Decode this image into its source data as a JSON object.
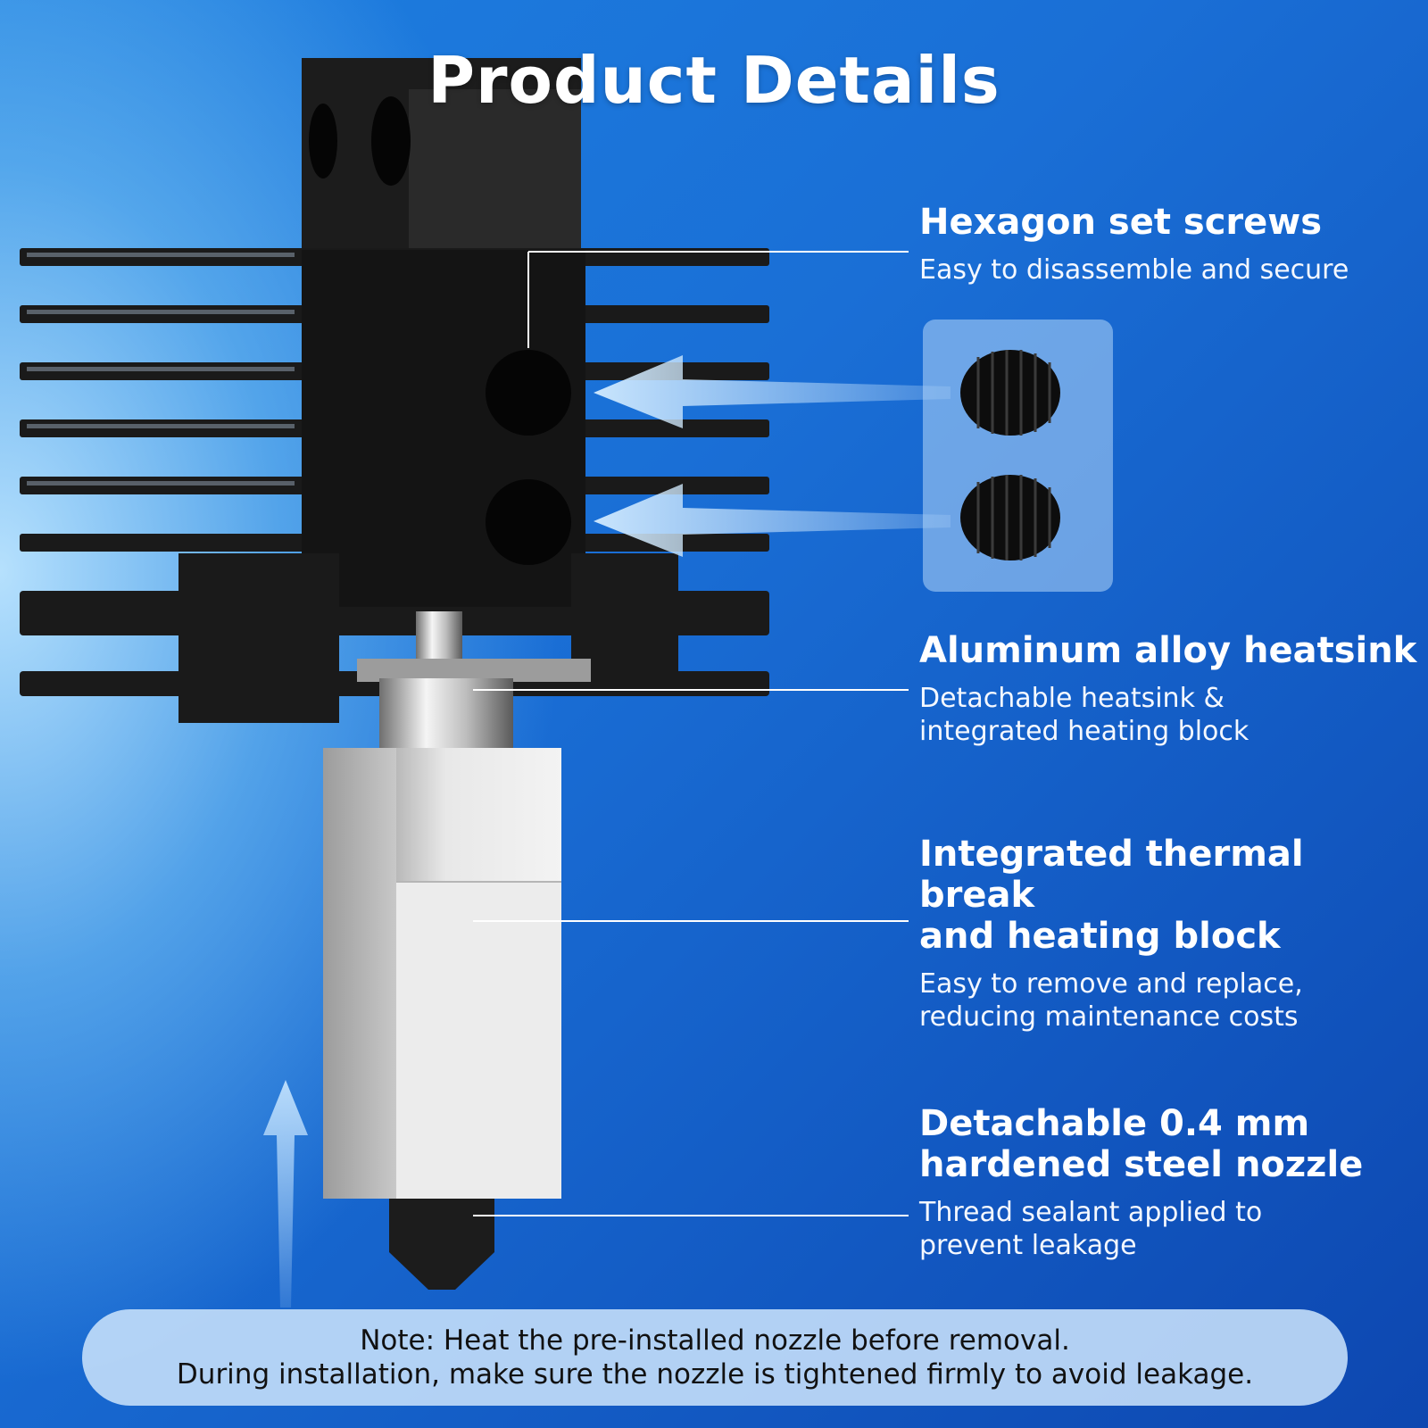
{
  "page": {
    "title": "Product Details"
  },
  "features": [
    {
      "heading": "Hexagon set screws",
      "description": "Easy to disassemble and secure"
    },
    {
      "heading": "Aluminum alloy heatsink",
      "description_line1": "Detachable heatsink &",
      "description_line2": "integrated heating block"
    },
    {
      "heading_line1": "Integrated thermal break",
      "heading_line2": "and heating block",
      "description_line1": "Easy to remove and replace,",
      "description_line2": "reducing maintenance costs"
    },
    {
      "heading_line1": "Detachable 0.4 mm",
      "heading_line2": "hardened steel nozzle",
      "description_line1": "Thread sealant applied to",
      "description_line2": "prevent leakage"
    }
  ],
  "note": {
    "line1": "Note: Heat the pre-installed nozzle before removal.",
    "line2": "During installation, make sure the nozzle is tightened firmly to avoid leakage."
  },
  "colors": {
    "background_primary": "#1a6fd6",
    "background_light": "#bfe6ff",
    "heatsink": "#1a1a1a",
    "heating_block": "#e6e6e6",
    "text": "#ffffff"
  },
  "icons": [
    "hotend-illustration",
    "set-screw-icon",
    "arrow-left-icon",
    "arrow-up-icon"
  ]
}
